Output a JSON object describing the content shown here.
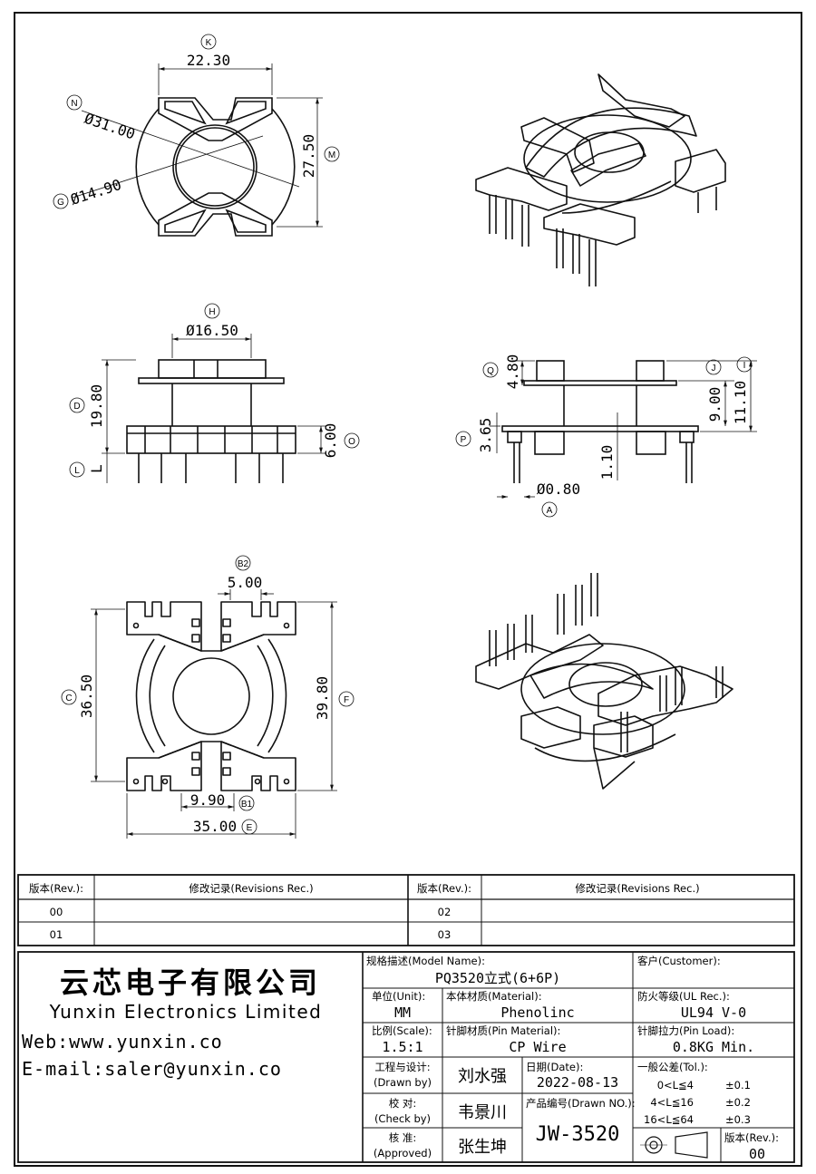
{
  "dimensions": {
    "k": {
      "letter": "K",
      "value": "22.30"
    },
    "m": {
      "letter": "M",
      "value": "27.50"
    },
    "n": {
      "letter": "N",
      "value": "Ø31.00"
    },
    "g": {
      "letter": "G",
      "value": "Ø14.90"
    },
    "h": {
      "letter": "H",
      "value": "Ø16.50"
    },
    "d": {
      "letter": "D",
      "value": "19.80"
    },
    "l": {
      "letter": "L",
      "value": "L"
    },
    "o": {
      "letter": "O",
      "value": "6.00"
    },
    "q": {
      "letter": "Q",
      "value": "4.80"
    },
    "j": {
      "letter": "J",
      "value": ""
    },
    "i": {
      "letter": "I",
      "value": "11.10"
    },
    "j_val": {
      "value": "9.00"
    },
    "p": {
      "letter": "P",
      "value": "3.65"
    },
    "p2": {
      "value": "1.10"
    },
    "a": {
      "letter": "A",
      "value": "Ø0.80"
    },
    "b2": {
      "letter": "B2",
      "value": "5.00"
    },
    "c": {
      "letter": "C",
      "value": "36.50"
    },
    "f": {
      "letter": "F",
      "value": "39.80"
    },
    "b1": {
      "letter": "B1",
      "value": "9.90"
    },
    "e": {
      "letter": "E",
      "value": "35.00"
    }
  },
  "revisions": {
    "rev_header": "版本(Rev.):",
    "rec_header": "修改记录(Revisions Rec.)",
    "rows_left": [
      "00",
      "01"
    ],
    "rows_right": [
      "02",
      "03"
    ]
  },
  "company": {
    "name_cn": "云芯电子有限公司",
    "name_en": "Yunxin Electronics Limited",
    "web": "Web:www.yunxin.co",
    "email": "E-mail:saler@yunxin.co"
  },
  "title_block": {
    "model_label": "规格描述(Model Name):",
    "model_value": "PQ3520立式(6+6P)",
    "customer_label": "客户(Customer):",
    "customer_value": "",
    "unit_label": "单位(Unit):",
    "unit_value": "MM",
    "material_label": "本体材质(Material):",
    "material_value": "Phenolinc",
    "ul_label": "防火等级(UL Rec.):",
    "ul_value": "UL94 V-0",
    "scale_label": "比例(Scale):",
    "scale_value": "1.5:1",
    "pin_material_label": "针脚材质(Pin Material):",
    "pin_material_value": "CP Wire",
    "pin_load_label": "针脚拉力(Pin Load):",
    "pin_load_value": "0.8KG Min.",
    "drawn_label_cn": "工程与设计:",
    "drawn_label_en": "(Drawn by)",
    "drawn_value": "刘水强",
    "date_label": "日期(Date):",
    "date_value": "2022-08-13",
    "check_label_cn": "校  对:",
    "check_label_en": "(Check by)",
    "check_value": "韦景川",
    "drawn_no_label": "产品编号(Drawn NO.):",
    "drawn_no_value": "JW-3520",
    "approved_label_cn": "核  准:",
    "approved_label_en": "(Approved)",
    "approved_value": "张生坤",
    "tol_label": "一般公差(Tol.):",
    "tol_rows": [
      {
        "range": "0<L≦4",
        "tol": "±0.1"
      },
      {
        "range": "4<L≦16",
        "tol": "±0.2"
      },
      {
        "range": "16<L≦64",
        "tol": "±0.3"
      }
    ],
    "rev_label": "版本(Rev.):",
    "rev_value": "00"
  }
}
